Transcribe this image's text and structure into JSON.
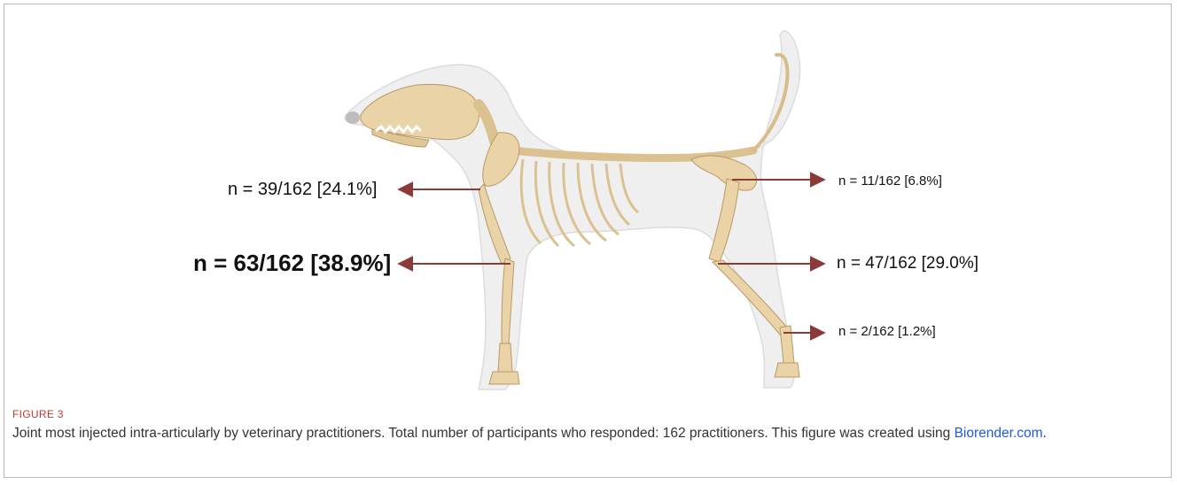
{
  "figure": {
    "labels": {
      "shoulder": "n = 39/162 [24.1%]",
      "elbow": "n = 63/162 [38.9%]",
      "hip": "n = 11/162 [6.8%]",
      "stifle": "n = 47/162 [29.0%]",
      "tarsus": "n = 2/162 [1.2%]"
    },
    "colors": {
      "arrow": "#8b3a3a",
      "bone": "#e9d3a7",
      "body": "#eeeeee"
    }
  },
  "caption": {
    "label": "FIGURE 3",
    "text": "Joint most injected intra-articularly by veterinary practitioners. Total number of participants who responded: 162 practitioners. This figure was created using ",
    "link": "Biorender.com",
    "end": "."
  }
}
